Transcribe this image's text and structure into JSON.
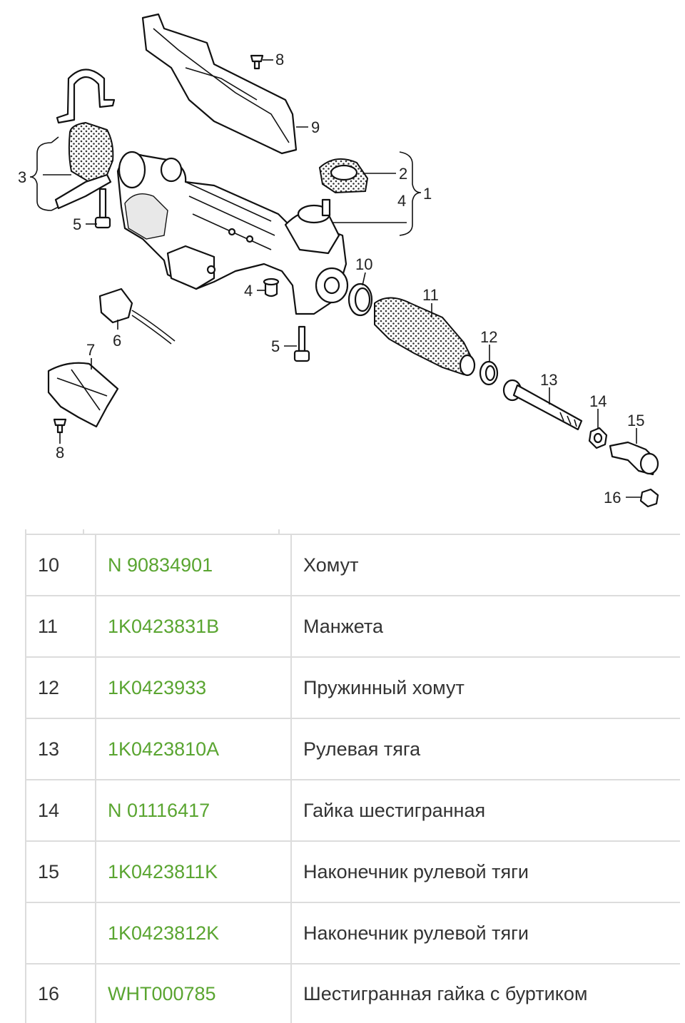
{
  "diagram": {
    "labels": {
      "n1": "1",
      "n2": "2",
      "n3": "3",
      "n4a": "4",
      "n4b": "4",
      "n5a": "5",
      "n5b": "5",
      "n6": "6",
      "n7": "7",
      "n8a": "8",
      "n8b": "8",
      "n9": "9",
      "n10": "10",
      "n11": "11",
      "n12": "12",
      "n13": "13",
      "n14": "14",
      "n15": "15",
      "n16": "16"
    }
  },
  "parts": [
    {
      "num": "10",
      "code": "N 90834901",
      "desc": "Хомут"
    },
    {
      "num": "11",
      "code": "1K0423831B",
      "desc": "Манжета"
    },
    {
      "num": "12",
      "code": "1K0423933",
      "desc": "Пружинный хомут"
    },
    {
      "num": "13",
      "code": "1K0423810A",
      "desc": "Рулевая тяга"
    },
    {
      "num": "14",
      "code": "N 01116417",
      "desc": "Гайка шестигранная"
    },
    {
      "num": "15",
      "code": "1K0423811K",
      "desc": "Наконечник рулевой тяги"
    },
    {
      "num": "",
      "code": "1K0423812K",
      "desc": "Наконечник рулевой тяги"
    },
    {
      "num": "16",
      "code": "WHT000785",
      "desc": "Шестигранная гайка с буртиком"
    }
  ],
  "colors": {
    "part_code": "#5aa531",
    "text": "#333333",
    "grid": "#dcdcdc"
  }
}
